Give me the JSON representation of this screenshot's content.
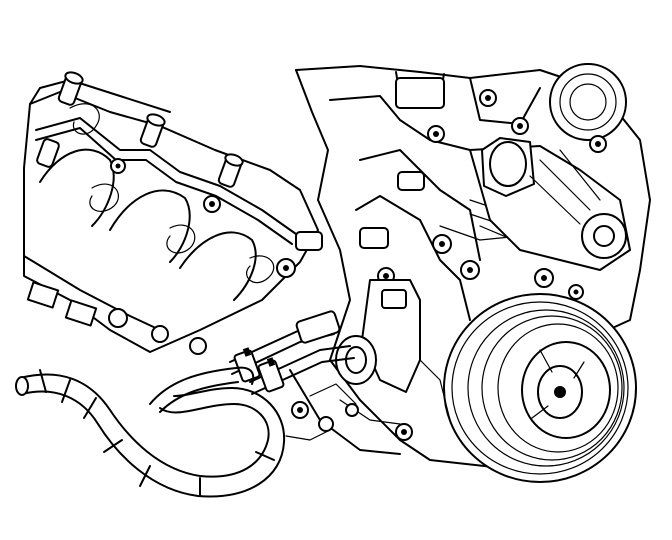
{
  "diagram": {
    "colors": {
      "line": "#000000",
      "background": "#ffffff"
    },
    "components": [
      "intake-manifold",
      "fuel-rail",
      "fuel-injectors",
      "engine-block",
      "water-pump",
      "crankshaft-balancer-pulley",
      "heater-hoses",
      "heater-pipe-assembly",
      "hose-clamps",
      "mounting-bolts"
    ]
  }
}
